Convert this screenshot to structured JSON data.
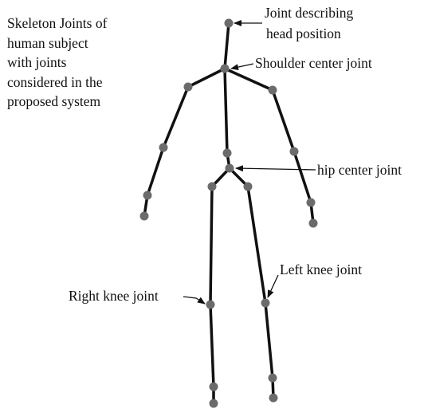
{
  "caption_lines": [
    "Skeleton Joints of",
    "human subject",
    "with joints",
    "considered in the",
    "proposed system"
  ],
  "labels": {
    "head_line1": "Joint describing",
    "head_line2": "head position",
    "shoulder": "Shoulder center joint",
    "hip": "hip center joint",
    "left_knee": "Left knee joint",
    "right_knee": "Right knee joint"
  },
  "colors": {
    "bone": "#111111",
    "joint": "#6b6b6b",
    "text": "#111111"
  }
}
